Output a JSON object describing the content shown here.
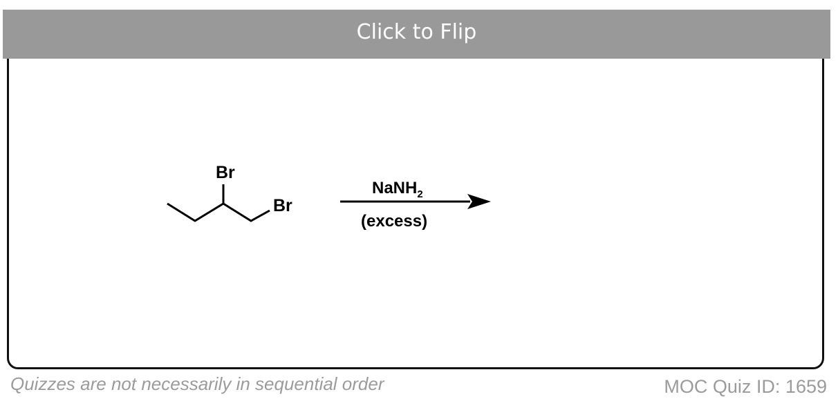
{
  "card": {
    "flip_label": "Click to Flip"
  },
  "reaction": {
    "substituent_top": "Br",
    "substituent_right": "Br",
    "reagent_main": "NaNH",
    "reagent_subscript": "2",
    "reagent_condition": "(excess)"
  },
  "footer": {
    "order_note": "Quizzes are not necessarily in sequential order",
    "quiz_id": "MOC Quiz ID: 1659"
  },
  "colors": {
    "flip_bar_bg": "#999999",
    "footer_text": "#9b9b9b",
    "card_border": "#111111"
  }
}
